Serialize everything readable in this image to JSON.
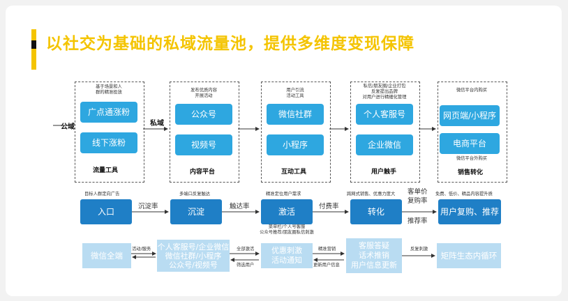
{
  "title": "以社交为基础的私域流量池，提供多维度变现保障",
  "left_labels": {
    "public": "公域",
    "private": "私域"
  },
  "stages": [
    {
      "note": "基于场景和人\n群的精准投放",
      "buttons": [
        "广点通涨粉",
        "线下涨粉"
      ],
      "footer": "流量工具"
    },
    {
      "note": "发布优质内容\n开展活动",
      "buttons": [
        "公众号",
        "视频号"
      ],
      "footer": "内容平台"
    },
    {
      "note": "用户引流\n活动工具",
      "buttons": [
        "微信社群",
        "小程序"
      ],
      "footer": "互动工具"
    },
    {
      "note": "私信/朋友圈/企业打包\n反复提出品牌\n对用户进行精细化管理",
      "buttons": [
        "个人客服号",
        "企业微信"
      ],
      "footer": "用户触手"
    },
    {
      "note": "微信平台内购买",
      "buttons": [
        "网页端/小程序",
        "电商平台"
      ],
      "note_bottom": "微信平台外购买",
      "footer": "销售转化"
    }
  ],
  "flow": {
    "nodes": [
      {
        "label": "入口",
        "above": "目标人群定向广告"
      },
      {
        "label": "沉淀",
        "above": "多端口反复触达"
      },
      {
        "label": "激活",
        "above": "精准定位用户需求",
        "below": "菜单栏/个人号客服\n公众号推荐/朋友圈私信刺激"
      },
      {
        "label": "转化",
        "above": "跨网式销售、优惠力度大"
      },
      {
        "label": "用户复购、推荐",
        "above": "免费、低价、精品内容提升质"
      }
    ],
    "rates": [
      "沉淀率",
      "触达率",
      "付费率",
      "客单价\n复购率",
      "推荐率"
    ]
  },
  "bottom": {
    "boxes": [
      "微信全端",
      "个人客服号/企业微信\n微信社群/小程序\n公众号/视频号",
      "优惠刺激\n活动通知",
      "客服答疑\n话术推销\n用户信息更新",
      "矩阵生态内循环"
    ],
    "arrow_labels": [
      {
        "top": "活动/服务"
      },
      {
        "top": "全部激活",
        "bottom": "筛选用户"
      },
      {
        "top": "精准营销",
        "bottom": "更新用户信息"
      },
      {
        "top": "反复刺激"
      }
    ]
  }
}
